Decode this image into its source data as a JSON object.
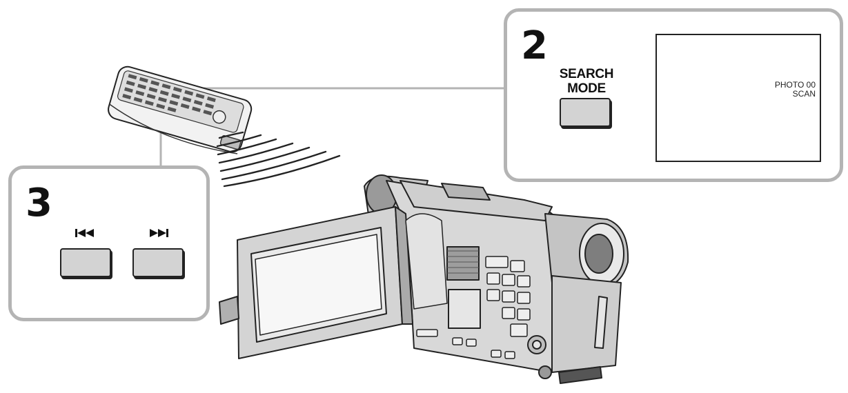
{
  "step_two": {
    "number": "2",
    "button_label_line1": "SEARCH",
    "button_label_line2": "MODE",
    "screen_line1": "PHOTO 00",
    "screen_line2": "SCAN"
  },
  "step_three": {
    "number": "3",
    "prev_icon": "skip-previous-icon",
    "next_icon": "skip-next-icon"
  },
  "illustration": {
    "remote_icon": "remote-control-icon",
    "camera_icon": "camcorder-icon",
    "signal_icon": "infrared-signal-icon"
  }
}
